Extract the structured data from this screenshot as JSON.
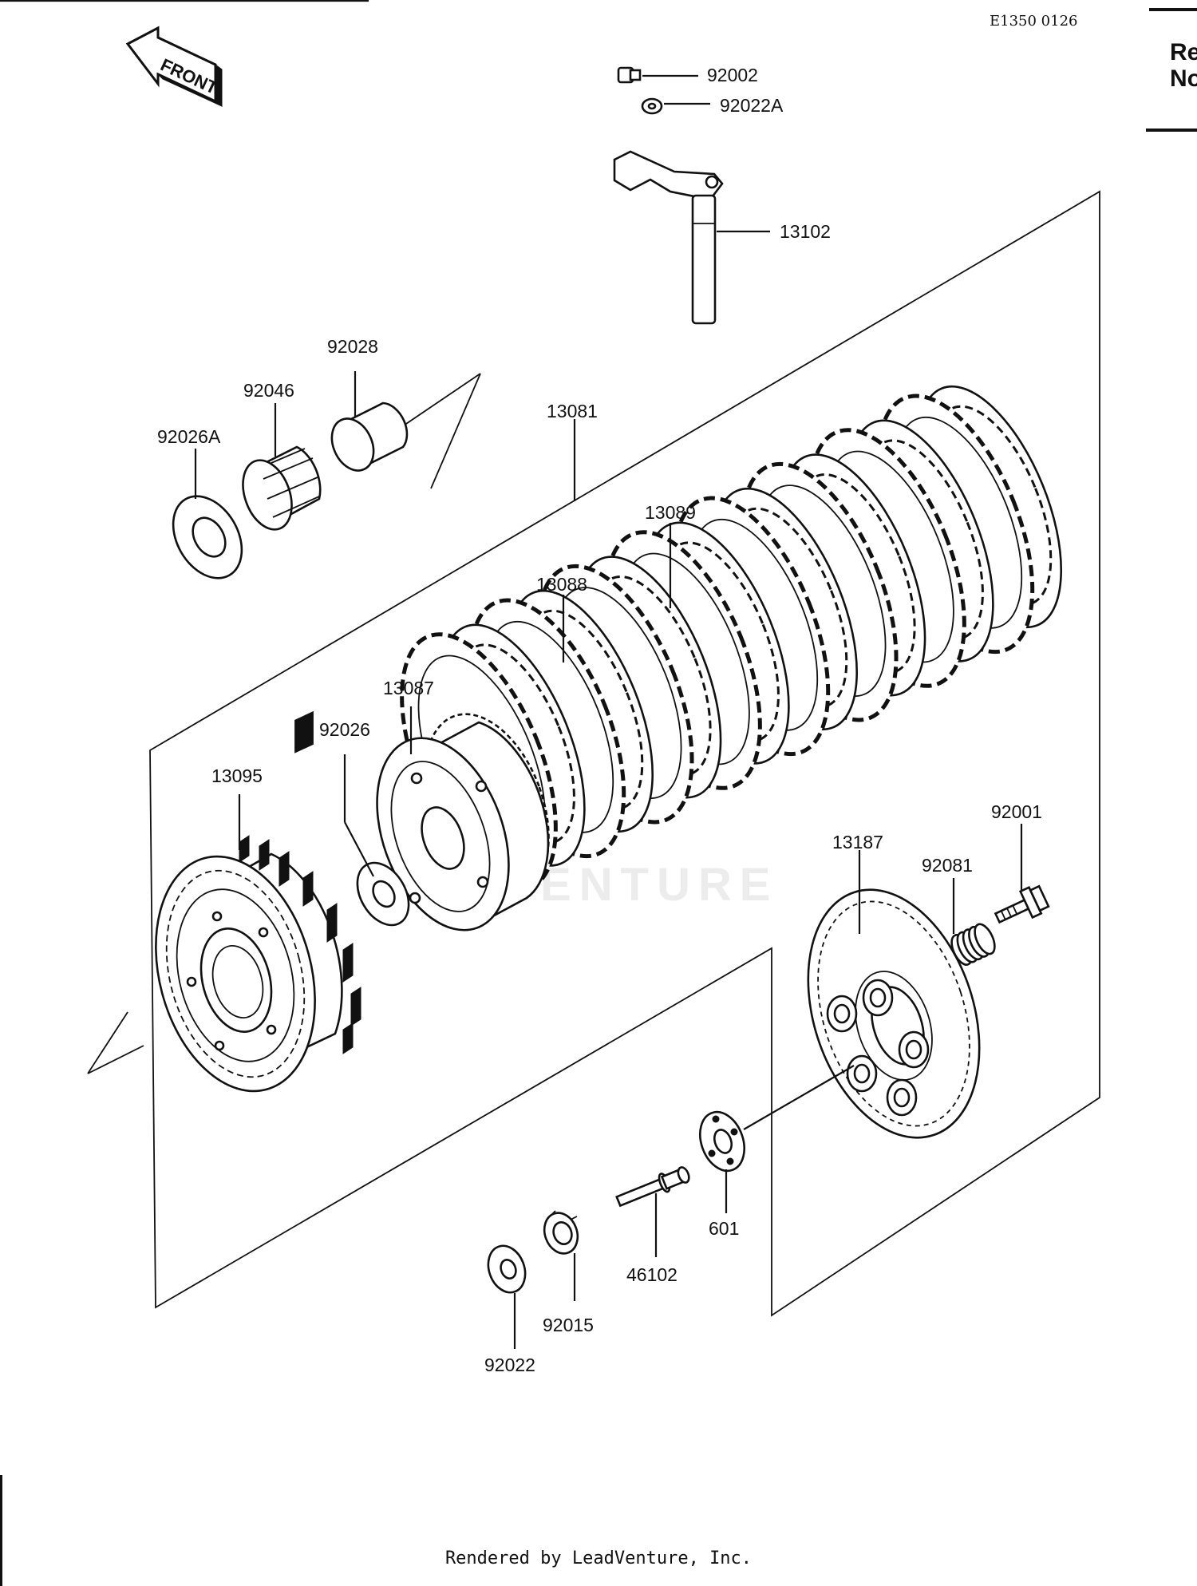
{
  "header": {
    "ref_code": "E1350 0126",
    "side_text": "Re\nNo"
  },
  "front_arrow": {
    "label": "FRONT"
  },
  "parts": [
    {
      "id": "92002",
      "name": "bolt"
    },
    {
      "id": "92022A",
      "name": "washer"
    },
    {
      "id": "13102",
      "name": "push-lever-shaft"
    },
    {
      "id": "92028",
      "name": "sleeve"
    },
    {
      "id": "92046",
      "name": "needle-bearing"
    },
    {
      "id": "92026A",
      "name": "spacer"
    },
    {
      "id": "13081",
      "name": "clutch-plate-set"
    },
    {
      "id": "13089",
      "name": "steel-plate"
    },
    {
      "id": "13088",
      "name": "friction-plate"
    },
    {
      "id": "13087",
      "name": "clutch-hub"
    },
    {
      "id": "92026",
      "name": "spacer"
    },
    {
      "id": "13095",
      "name": "clutch-housing"
    },
    {
      "id": "92001",
      "name": "bolt"
    },
    {
      "id": "92081",
      "name": "spring"
    },
    {
      "id": "13187",
      "name": "pressure-plate"
    },
    {
      "id": "601",
      "name": "ball-bearing"
    },
    {
      "id": "46102",
      "name": "push-rod"
    },
    {
      "id": "92015",
      "name": "nut"
    },
    {
      "id": "92022",
      "name": "washer"
    }
  ],
  "watermark": "ADVENTURE",
  "footer": "Rendered by LeadVenture, Inc."
}
